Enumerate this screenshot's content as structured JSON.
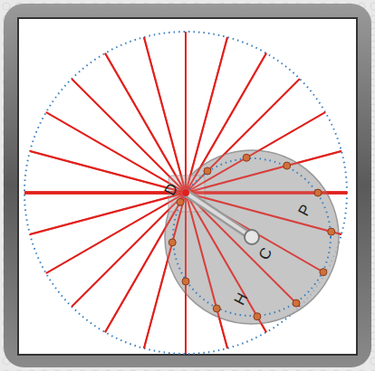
{
  "diagram": {
    "labels": [
      "D",
      "P",
      "C",
      "H"
    ]
  }
}
